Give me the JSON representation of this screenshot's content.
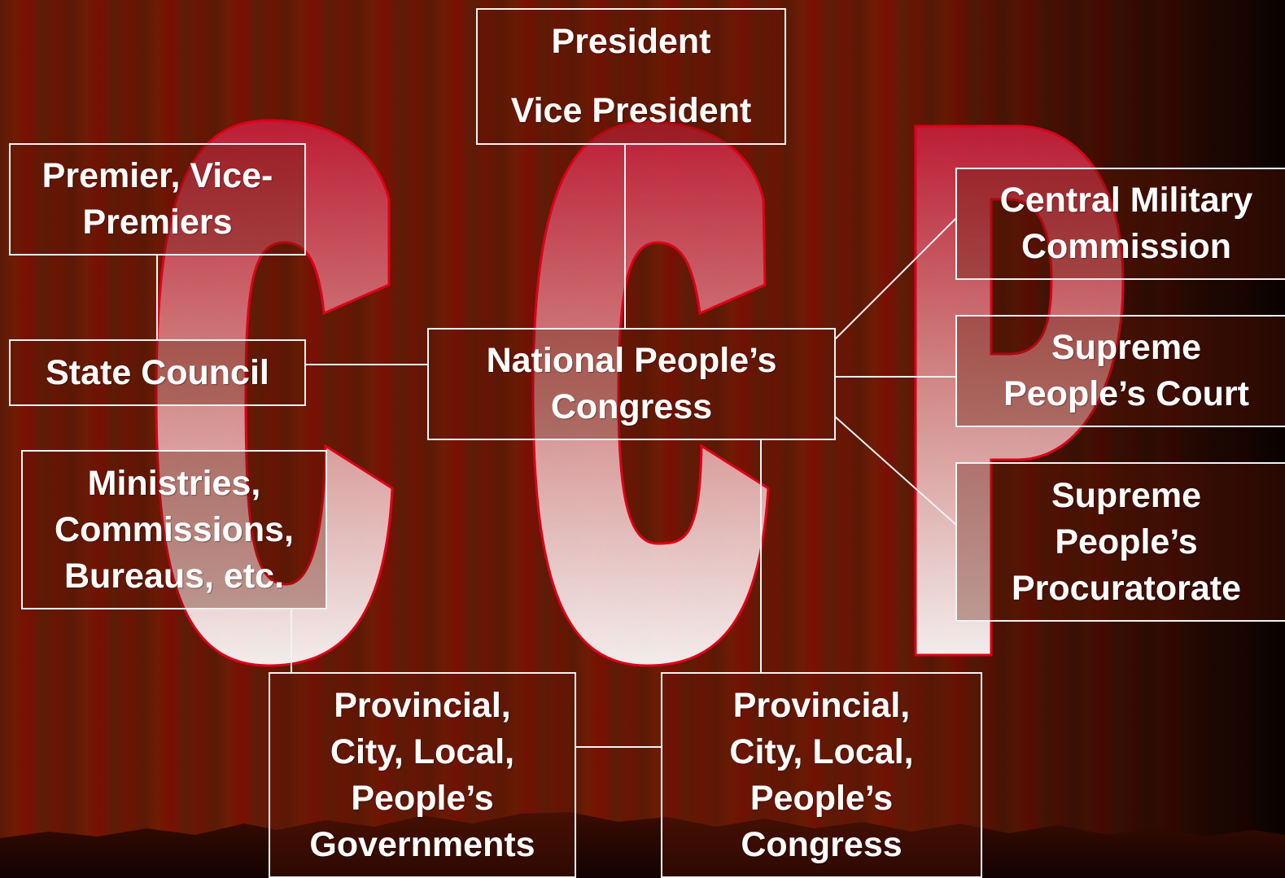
{
  "watermark": {
    "letters": [
      "C",
      "C",
      "P"
    ],
    "letter_fill_top": "#c41e3a",
    "letter_fill_bottom": "#ffffff",
    "letter_stroke": "#e8001a"
  },
  "colors": {
    "background": "#6a1504",
    "box_border": "#f2f2f2",
    "text": "#ffffff"
  },
  "nodes": {
    "president": {
      "line1": "President",
      "line2": "Vice President"
    },
    "premier": {
      "line1": "Premier, Vice-",
      "line2": "Premiers"
    },
    "state_council": {
      "label": "State Council"
    },
    "ministries": {
      "line1": "Ministries,",
      "line2": "Commissions,",
      "line3": "Bureaus, etc."
    },
    "npc": {
      "line1": "National People’s",
      "line2": "Congress"
    },
    "cmc": {
      "line1": "Central Military",
      "line2": "Commission"
    },
    "court": {
      "line1": "Supreme",
      "line2": "People’s Court"
    },
    "procuratorate": {
      "line1": "Supreme",
      "line2": "People’s",
      "line3": "Procuratorate"
    },
    "local_governments": {
      "line1": "Provincial,",
      "line2": "City, Local,",
      "line3": "People’s",
      "line4": "Governments"
    },
    "local_congress": {
      "line1": "Provincial,",
      "line2": "City, Local,",
      "line3": "People’s",
      "line4": "Congress"
    }
  }
}
